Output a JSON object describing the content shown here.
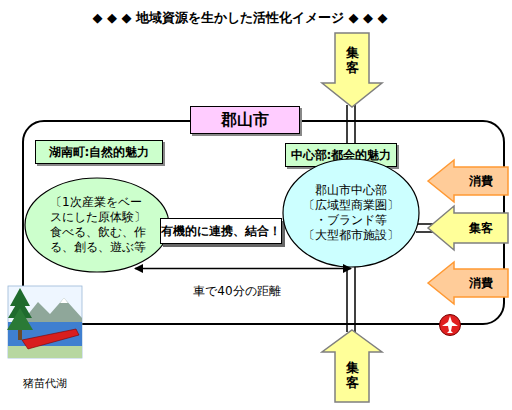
{
  "diagram": {
    "title": "◆ ◆ ◆ 地域資源を生かした活性化イメージ ◆ ◆ ◆",
    "nodes": [
      {
        "text": [
          "集客"
        ]
      },
      {
        "text": [
          "郡山市"
        ]
      },
      {
        "text": [
          "湖南町:自然的魅力"
        ],
        "in": 1
      },
      {
        "text": [
          "中心部:都会的魅力"
        ],
        "in": 1
      },
      {
        "text": [
          "〔1次産業をベースにした原体験〕",
          "食べる、飲む、作る、創る、遊ぶ等"
        ],
        "in": 1
      },
      {
        "text": [
          "有機的に連携、結合！"
        ],
        "in": 1
      },
      {
        "text": [
          "郡山市中心部",
          "〔広域型商業圏〕",
          "・ブランド等",
          "〔大型都市施設〕"
        ],
        "in": 1
      },
      {
        "text": [
          "消費"
        ]
      },
      {
        "text": [
          "集客"
        ]
      },
      {
        "text": [
          "消費"
        ]
      },
      {
        "text": [
          "集客"
        ]
      }
    ],
    "edges": [
      {
        "from": 4,
        "to": 6,
        "arrow": "both",
        "label": "車で40分の距離"
      }
    ],
    "labels": [
      "猪苗代湖"
    ]
  }
}
